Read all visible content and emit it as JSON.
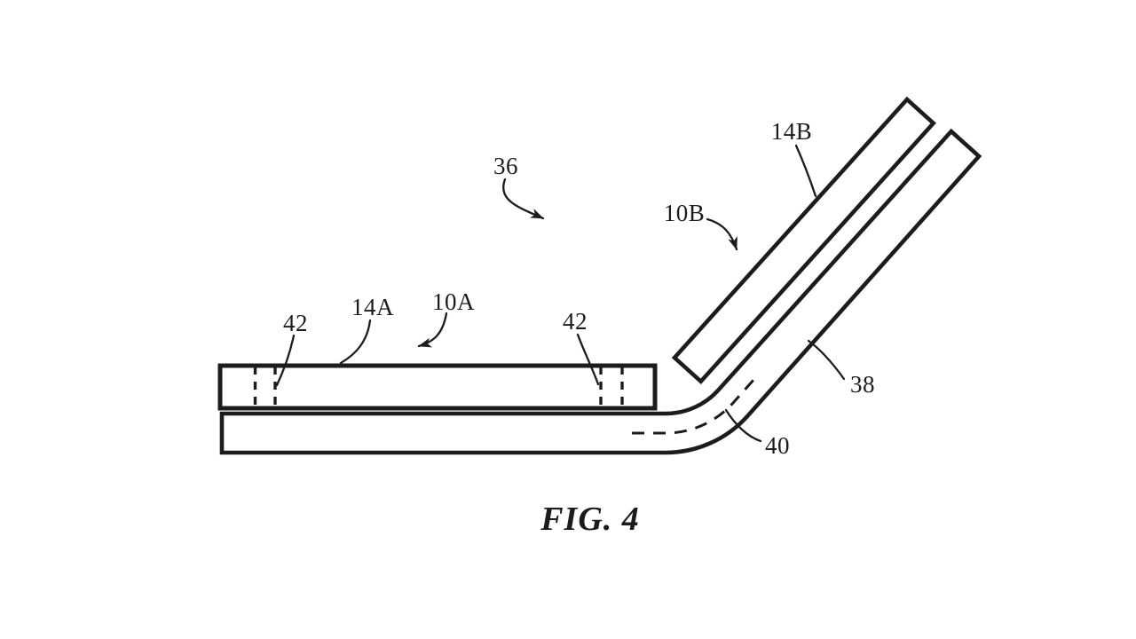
{
  "figure": {
    "caption": "FIG. 4",
    "labels": {
      "n36": "36",
      "n14B": "14B",
      "n10B": "10B",
      "n14A": "14A",
      "n10A": "10A",
      "n42_left": "42",
      "n42_right": "42",
      "n38": "38",
      "n40": "40"
    },
    "colors": {
      "ink": "#1c1c1c",
      "background": "#ffffff"
    }
  }
}
